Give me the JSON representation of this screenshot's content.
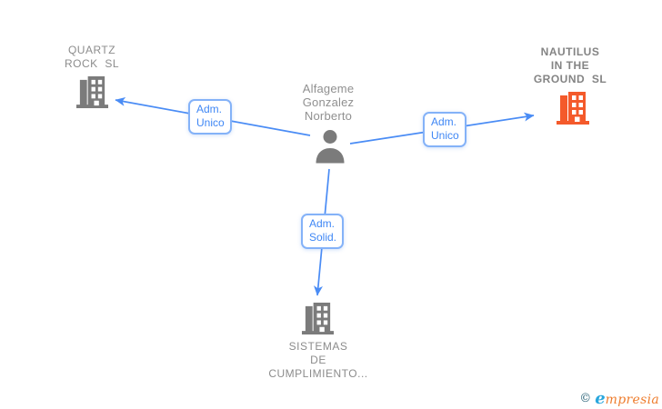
{
  "colors": {
    "edge_blue": "#4a8cf5",
    "label_border": "#84b2f8",
    "label_text": "#3f87f5",
    "icon_gray": "#7b7b7b",
    "icon_orange": "#f45a2b",
    "text_gray": "#8c8c8c",
    "wm_copyright": "#2a6378",
    "wm_blue": "#2aa7dd",
    "wm_orange": "#ee7d2e"
  },
  "graph": {
    "person": {
      "name": "Alfageme\nGonzalez\nNorberto"
    },
    "companies": {
      "quartz": {
        "name": "QUARTZ\nROCK  SL"
      },
      "nautilus": {
        "name": "NAUTILUS\nIN THE\nGROUND  SL"
      },
      "sistemas": {
        "name": "SISTEMAS\nDE\nCUMPLIMIENTO..."
      }
    },
    "edges": [
      {
        "id": "person-quartz",
        "label": "Adm.\nUnico"
      },
      {
        "id": "person-nautilus",
        "label": "Adm.\nUnico"
      },
      {
        "id": "person-sistemas",
        "label": "Adm.\nSolid."
      }
    ]
  },
  "watermark": {
    "copyright": "©",
    "brand_first_letter": "e",
    "brand_rest": "mpresia"
  }
}
